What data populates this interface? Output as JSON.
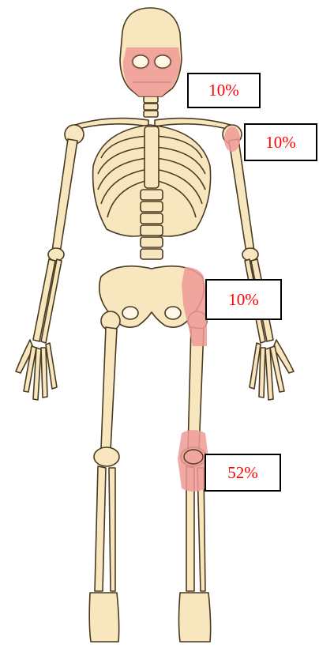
{
  "annotations": [
    {
      "id": "skull",
      "label": "10%"
    },
    {
      "id": "shoulder",
      "label": "10%"
    },
    {
      "id": "pelvis",
      "label": "10%"
    },
    {
      "id": "knee",
      "label": "52%"
    }
  ],
  "colors": {
    "bone_fill": "#f8e6bf",
    "bone_outline": "#4a3a20",
    "highlight": "#ef9a96",
    "label_text": "#ff0000",
    "label_border": "#000000"
  }
}
